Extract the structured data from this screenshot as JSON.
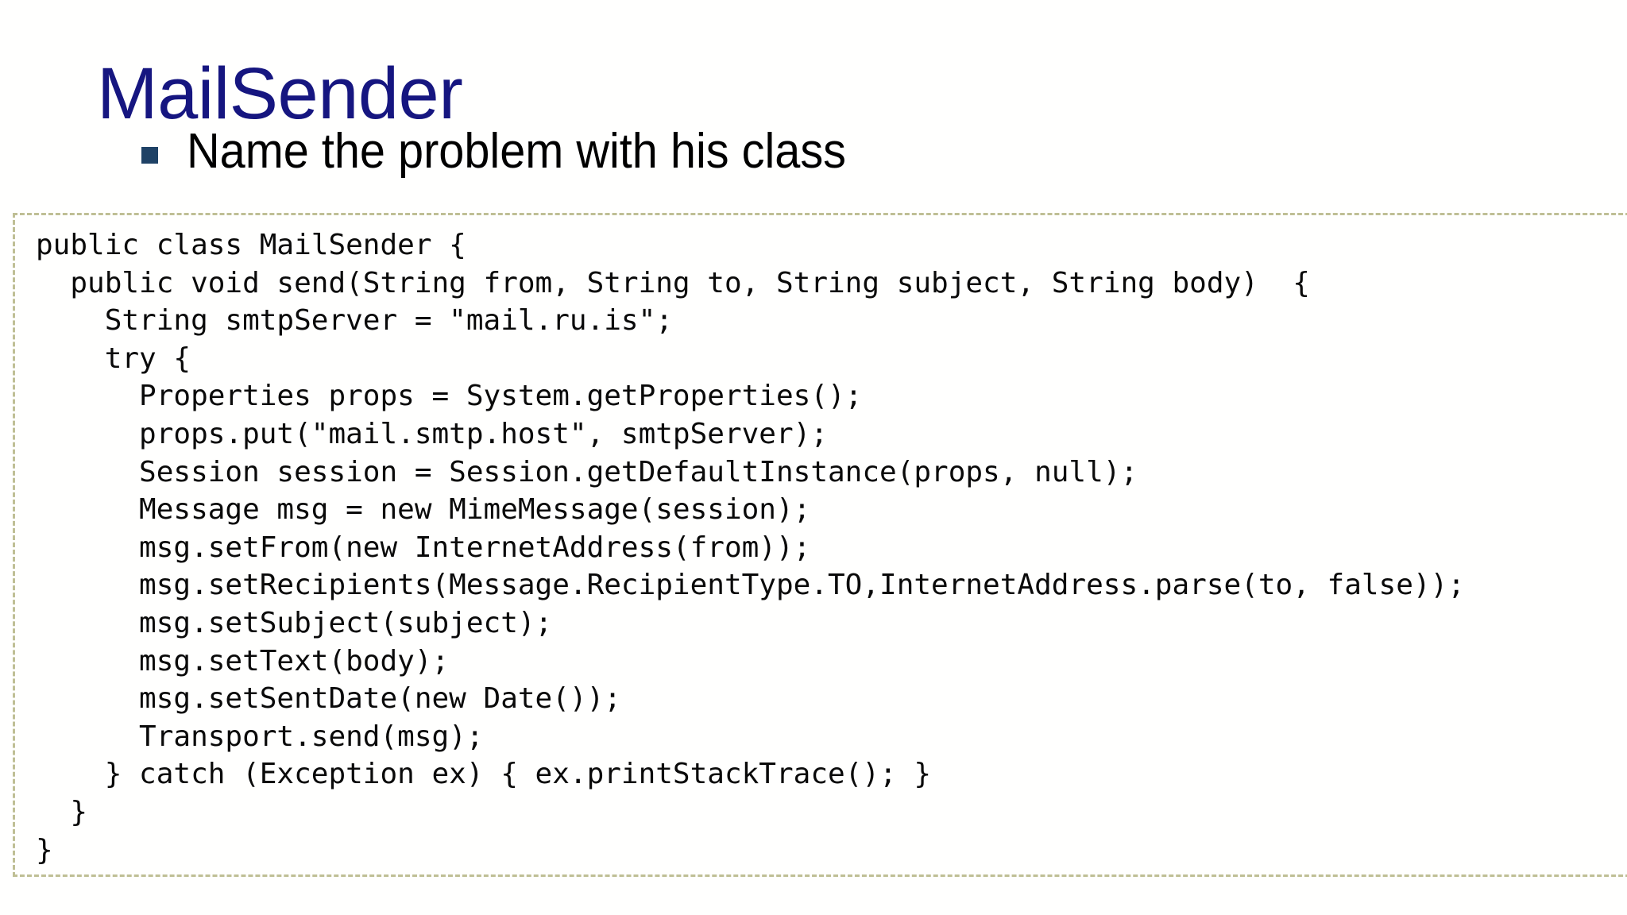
{
  "slide": {
    "title": "MailSender",
    "title_color": "#161680",
    "background_color": "#ffffff"
  },
  "bullet": {
    "marker_icon": "square-bullet-icon",
    "marker_color": "#1f4266",
    "text": "Name the problem with his class"
  },
  "code_block": {
    "border_color": "#bfbf95",
    "border_style": "dashed",
    "language": "java",
    "lines": [
      "public class MailSender {",
      "  public void send(String from, String to, String subject, String body)  {",
      "    String smtpServer = \"mail.ru.is\";",
      "    try {",
      "      Properties props = System.getProperties();",
      "      props.put(\"mail.smtp.host\", smtpServer);",
      "      Session session = Session.getDefaultInstance(props, null);",
      "      Message msg = new MimeMessage(session);",
      "      msg.setFrom(new InternetAddress(from));",
      "      msg.setRecipients(Message.RecipientType.TO,InternetAddress.parse(to, false));",
      "      msg.setSubject(subject);",
      "      msg.setText(body);",
      "      msg.setSentDate(new Date());",
      "      Transport.send(msg);",
      "    } catch (Exception ex) { ex.printStackTrace(); }",
      "  }",
      "}"
    ],
    "text": "public class MailSender {\n  public void send(String from, String to, String subject, String body)  {\n    String smtpServer = \"mail.ru.is\";\n    try {\n      Properties props = System.getProperties();\n      props.put(\"mail.smtp.host\", smtpServer);\n      Session session = Session.getDefaultInstance(props, null);\n      Message msg = new MimeMessage(session);\n      msg.setFrom(new InternetAddress(from));\n      msg.setRecipients(Message.RecipientType.TO,InternetAddress.parse(to, false));\n      msg.setSubject(subject);\n      msg.setText(body);\n      msg.setSentDate(new Date());\n      Transport.send(msg);\n    } catch (Exception ex) { ex.printStackTrace(); }\n  }\n}"
  }
}
